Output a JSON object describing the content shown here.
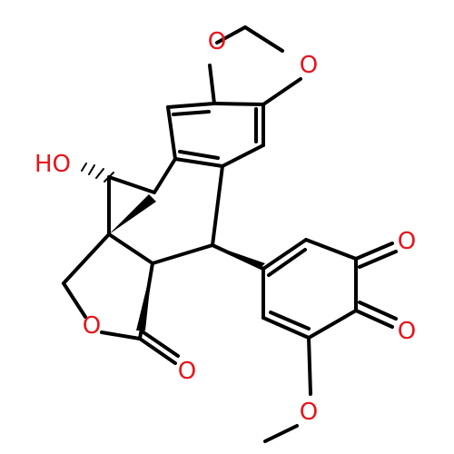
{
  "molecule": {
    "colors": {
      "bond": "#000000",
      "heteroatom": "#e8141b",
      "background": "#ffffff"
    },
    "labels": {
      "o_dioxole_left": "O",
      "o_dioxole_right": "O",
      "hydroxyl": "HO",
      "o_lactone_ring": "O",
      "o_lactone_carbonyl": "O",
      "o_quinone_top": "O",
      "o_quinone_bottom": "O",
      "o_methoxy": "O"
    }
  }
}
